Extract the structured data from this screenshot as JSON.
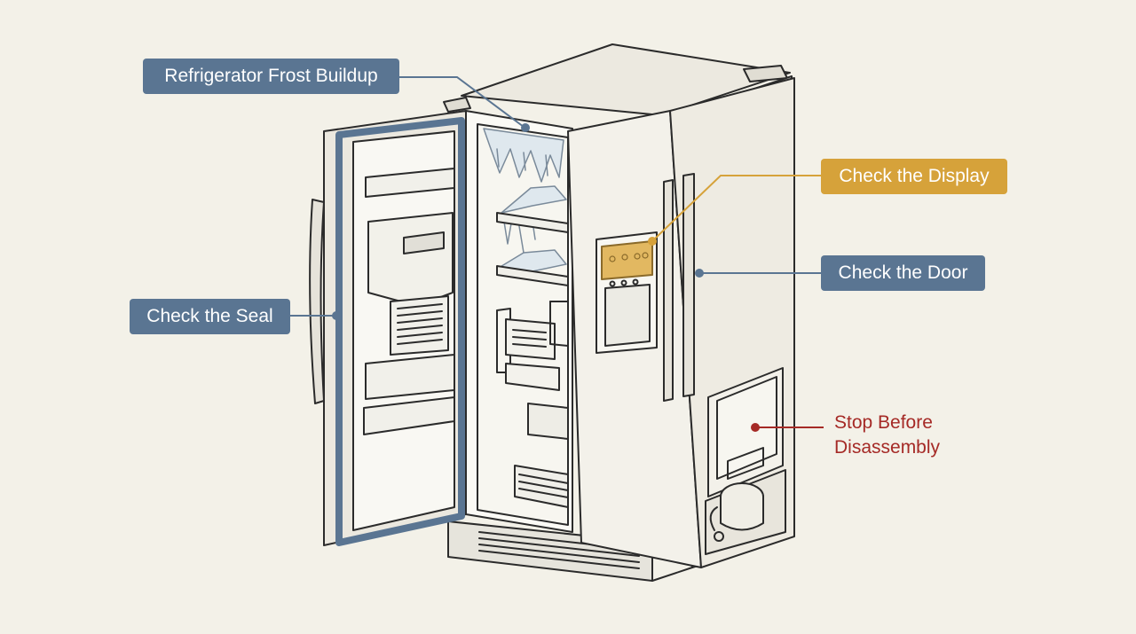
{
  "labels": {
    "frost": "Refrigerator Frost Buildup",
    "display": "Check the Display",
    "door": "Check the Door",
    "seal": "Check the Seal",
    "stop_line1": "Stop Before",
    "stop_line2": "Disassembly"
  },
  "colors": {
    "background": "#f3f1e8",
    "slate": "#5a7592",
    "amber": "#d6a23a",
    "warning_red": "#a52a26",
    "outline": "#2b2b2b"
  }
}
